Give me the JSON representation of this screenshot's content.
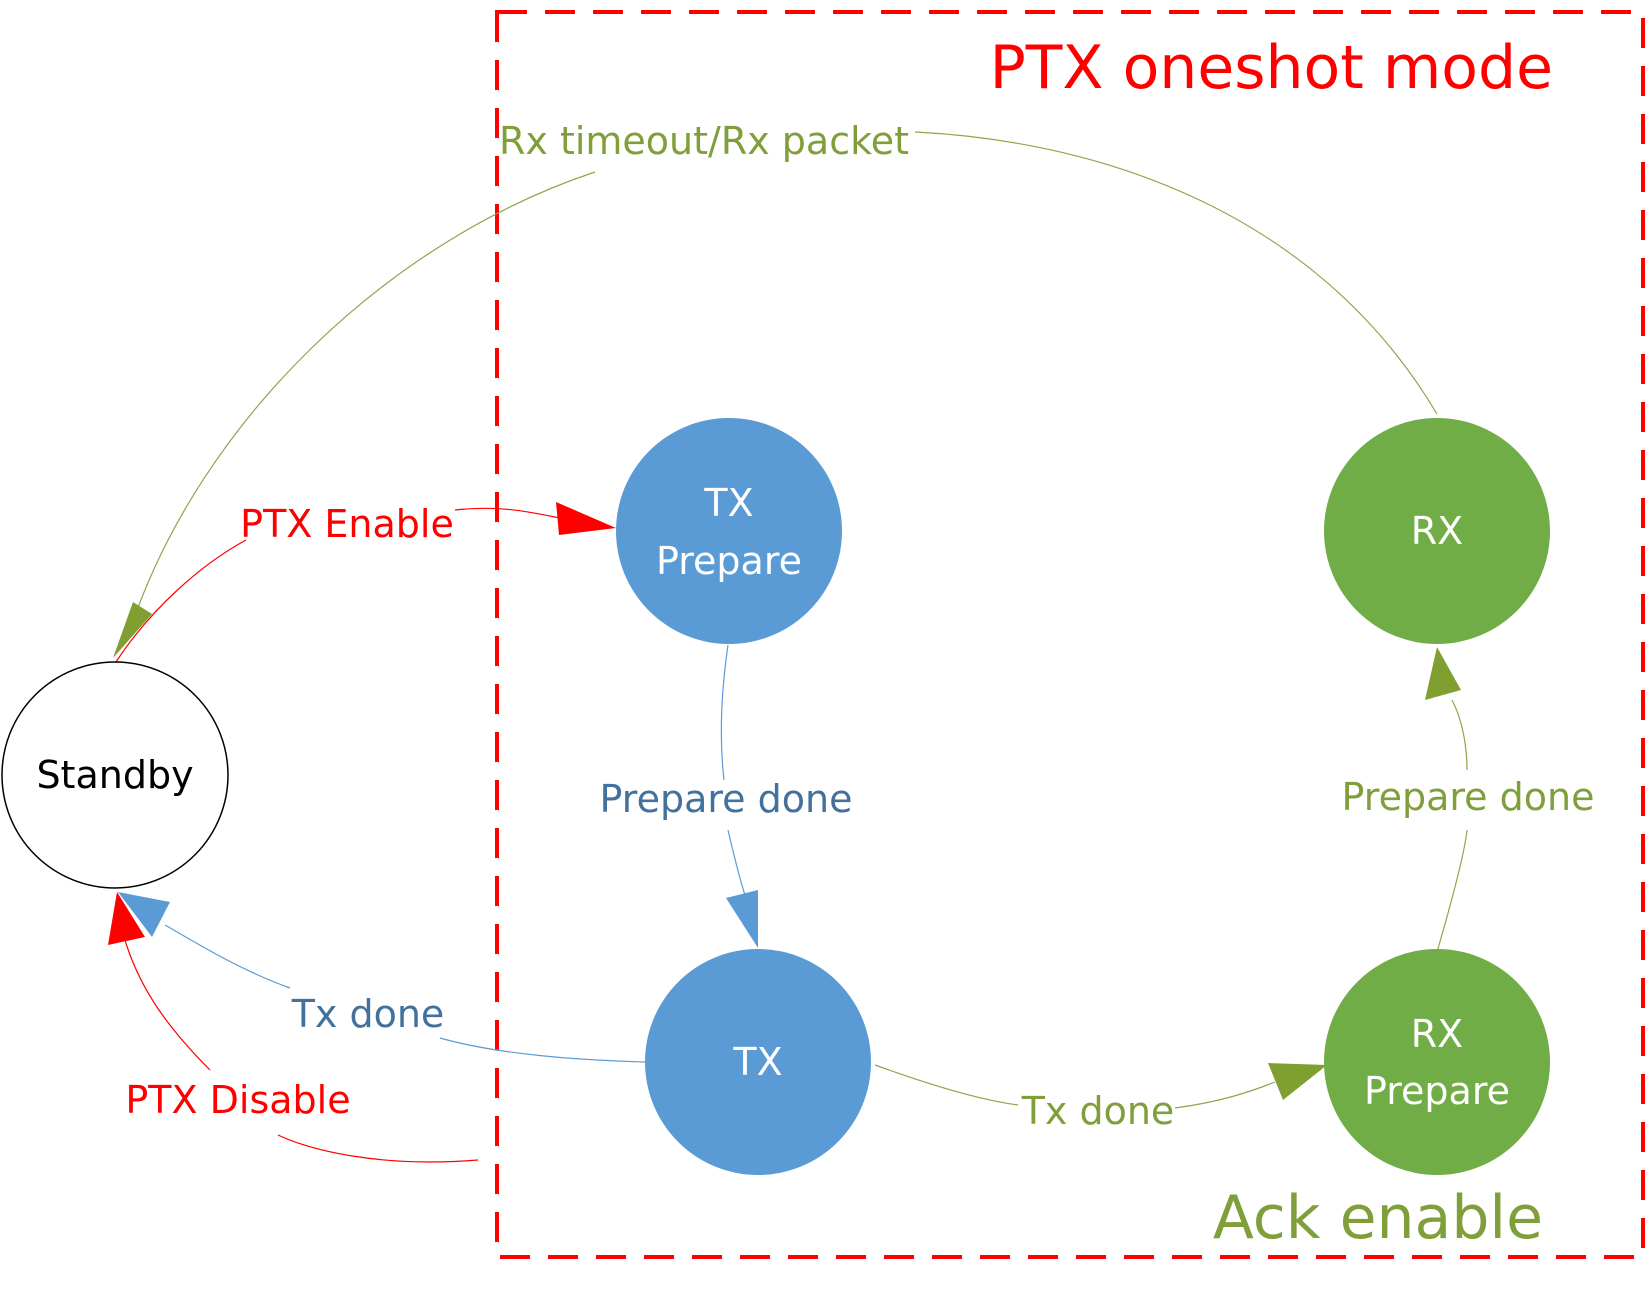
{
  "colors": {
    "red": "#ff0000",
    "blue_node": "#5b9bd5",
    "blue_text": "#41719c",
    "blue_line": "#5b9bd5",
    "green_node": "#70ad47",
    "green_text": "#7f9f3a",
    "green_line": "#8aa84a",
    "green_arrow": "#7f9f30",
    "standby_fill": "#ffffff",
    "standby_stroke": "#000000"
  },
  "region": {
    "title": "PTX oneshot mode",
    "subtitle": "Ack enable"
  },
  "nodes": {
    "standby": "Standby",
    "tx_prepare_line1": "TX",
    "tx_prepare_line2": "Prepare",
    "tx": "TX",
    "rx": "RX",
    "rx_prepare_line1": "RX",
    "rx_prepare_line2": "Prepare"
  },
  "edges": {
    "ptx_enable": "PTX Enable",
    "ptx_disable": "PTX Disable",
    "tx_prepare_done": "Prepare done",
    "tx_done_to_standby": "Tx done",
    "tx_done_to_rx_prepare": "Tx done",
    "rx_prepare_done": "Prepare done",
    "rx_timeout_packet": "Rx timeout/Rx packet"
  }
}
